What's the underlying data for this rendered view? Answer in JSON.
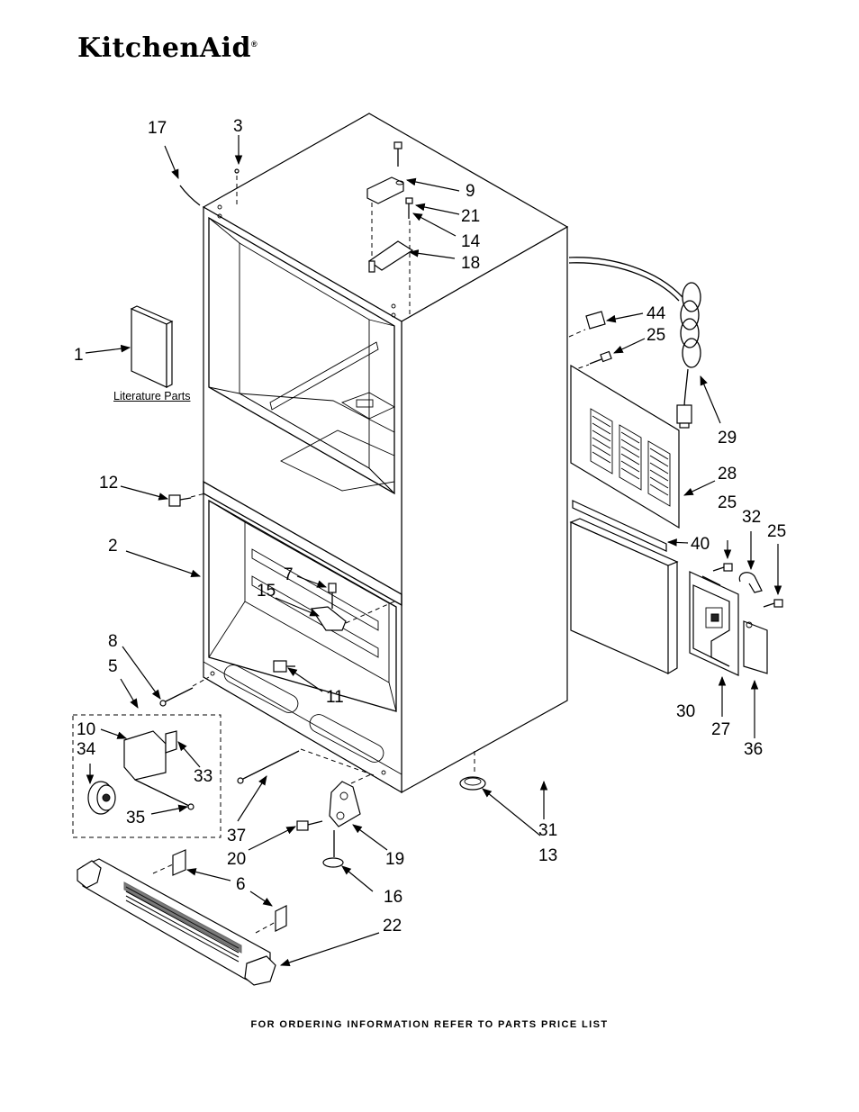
{
  "brand": {
    "name": "KitchenAid",
    "mark": "®"
  },
  "literature_label": "Literature Parts",
  "footer": "FOR ORDERING INFORMATION REFER TO PARTS PRICE LIST",
  "callouts": [
    "1",
    "2",
    "3",
    "5",
    "6",
    "7",
    "8",
    "9",
    "10",
    "11",
    "12",
    "13",
    "14",
    "15",
    "16",
    "17",
    "18",
    "19",
    "20",
    "21",
    "22",
    "25",
    "25",
    "25",
    "27",
    "28",
    "29",
    "30",
    "31",
    "32",
    "33",
    "34",
    "35",
    "36",
    "37",
    "40",
    "44"
  ]
}
